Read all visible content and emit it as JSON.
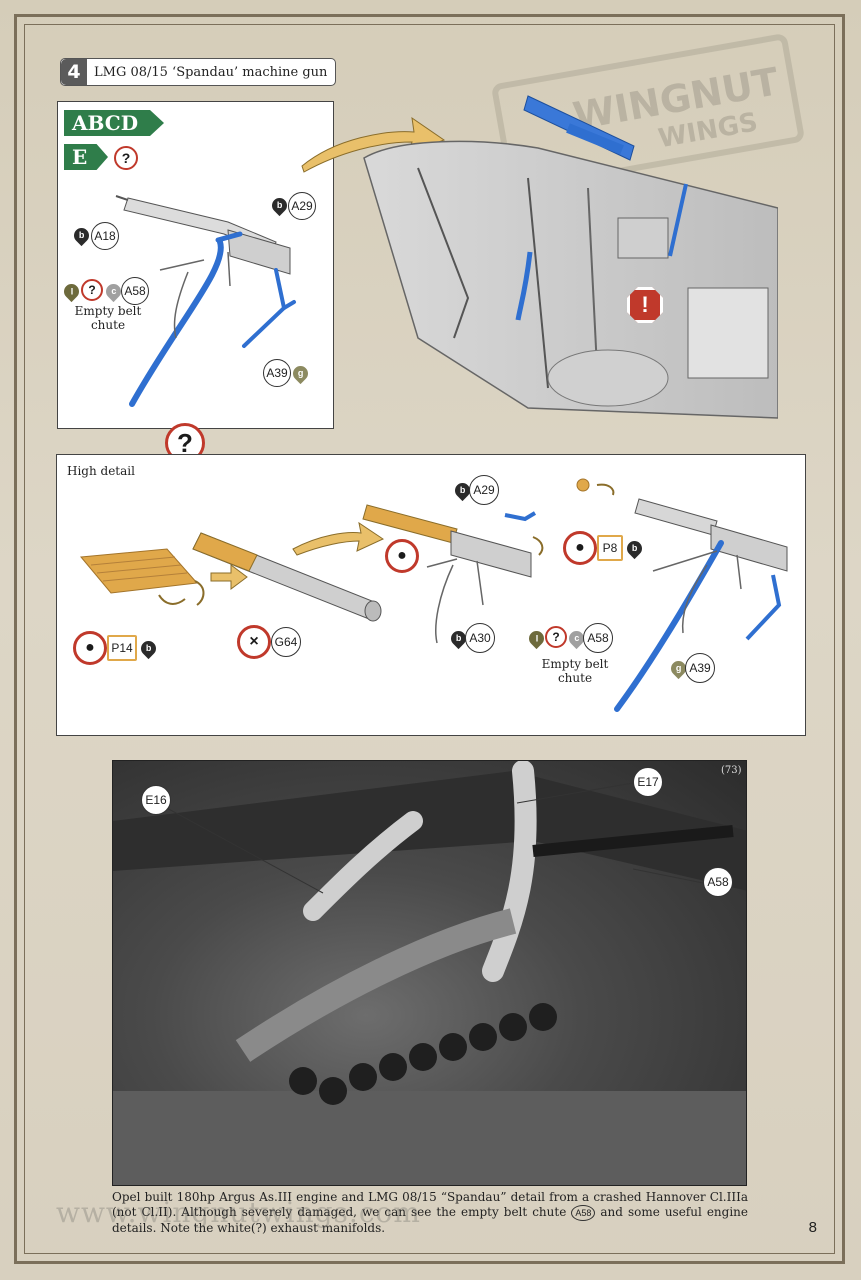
{
  "step": {
    "number": "4",
    "title": "LMG 08/15 ‘Spandau’ machine gun"
  },
  "panel_top": {
    "version_tags": [
      "ABCD",
      "E"
    ],
    "callouts": {
      "a18": "A18",
      "a29": "A29",
      "a58": "A58",
      "a39": "A39"
    },
    "paint_codes": {
      "b": "b",
      "l": "l",
      "c": "c",
      "g": "g"
    },
    "empty_belt_chute": "Empty belt\nchute"
  },
  "high_detail": {
    "title": "High detail",
    "callouts": {
      "p14": "P14",
      "g64": "G64",
      "a29": "A29",
      "a30": "A30",
      "p8": "P8",
      "a58": "A58",
      "a39": "A39"
    },
    "empty_belt_chute": "Empty belt\nchute"
  },
  "question_mark": "?",
  "warning_mark": "!",
  "watermark_logo": {
    "line1": "WINGNUT",
    "line2": "WINGS"
  },
  "photo": {
    "number": "(73)",
    "callouts": {
      "e16": "E16",
      "e17": "E17",
      "a58": "A58"
    }
  },
  "caption": {
    "part1": "Opel built 180hp Argus As.III engine and LMG 08/15 “Spandau” detail from a crashed Hannover Cl.IIIa (not Cl.II). Although severely damaged, we can see the empty belt chute",
    "ref": "A58",
    "part2": "and some useful engine details. Note the white(?) exhaust manifolds."
  },
  "page_number": "8",
  "site_watermark": "www.wingnutwings.com",
  "colors": {
    "green_tag": "#2f7d4a",
    "part_blue": "#2f6fd0",
    "brass": "#e0a84a",
    "red": "#c0392b",
    "arrow_gold": "#e9c06a"
  }
}
